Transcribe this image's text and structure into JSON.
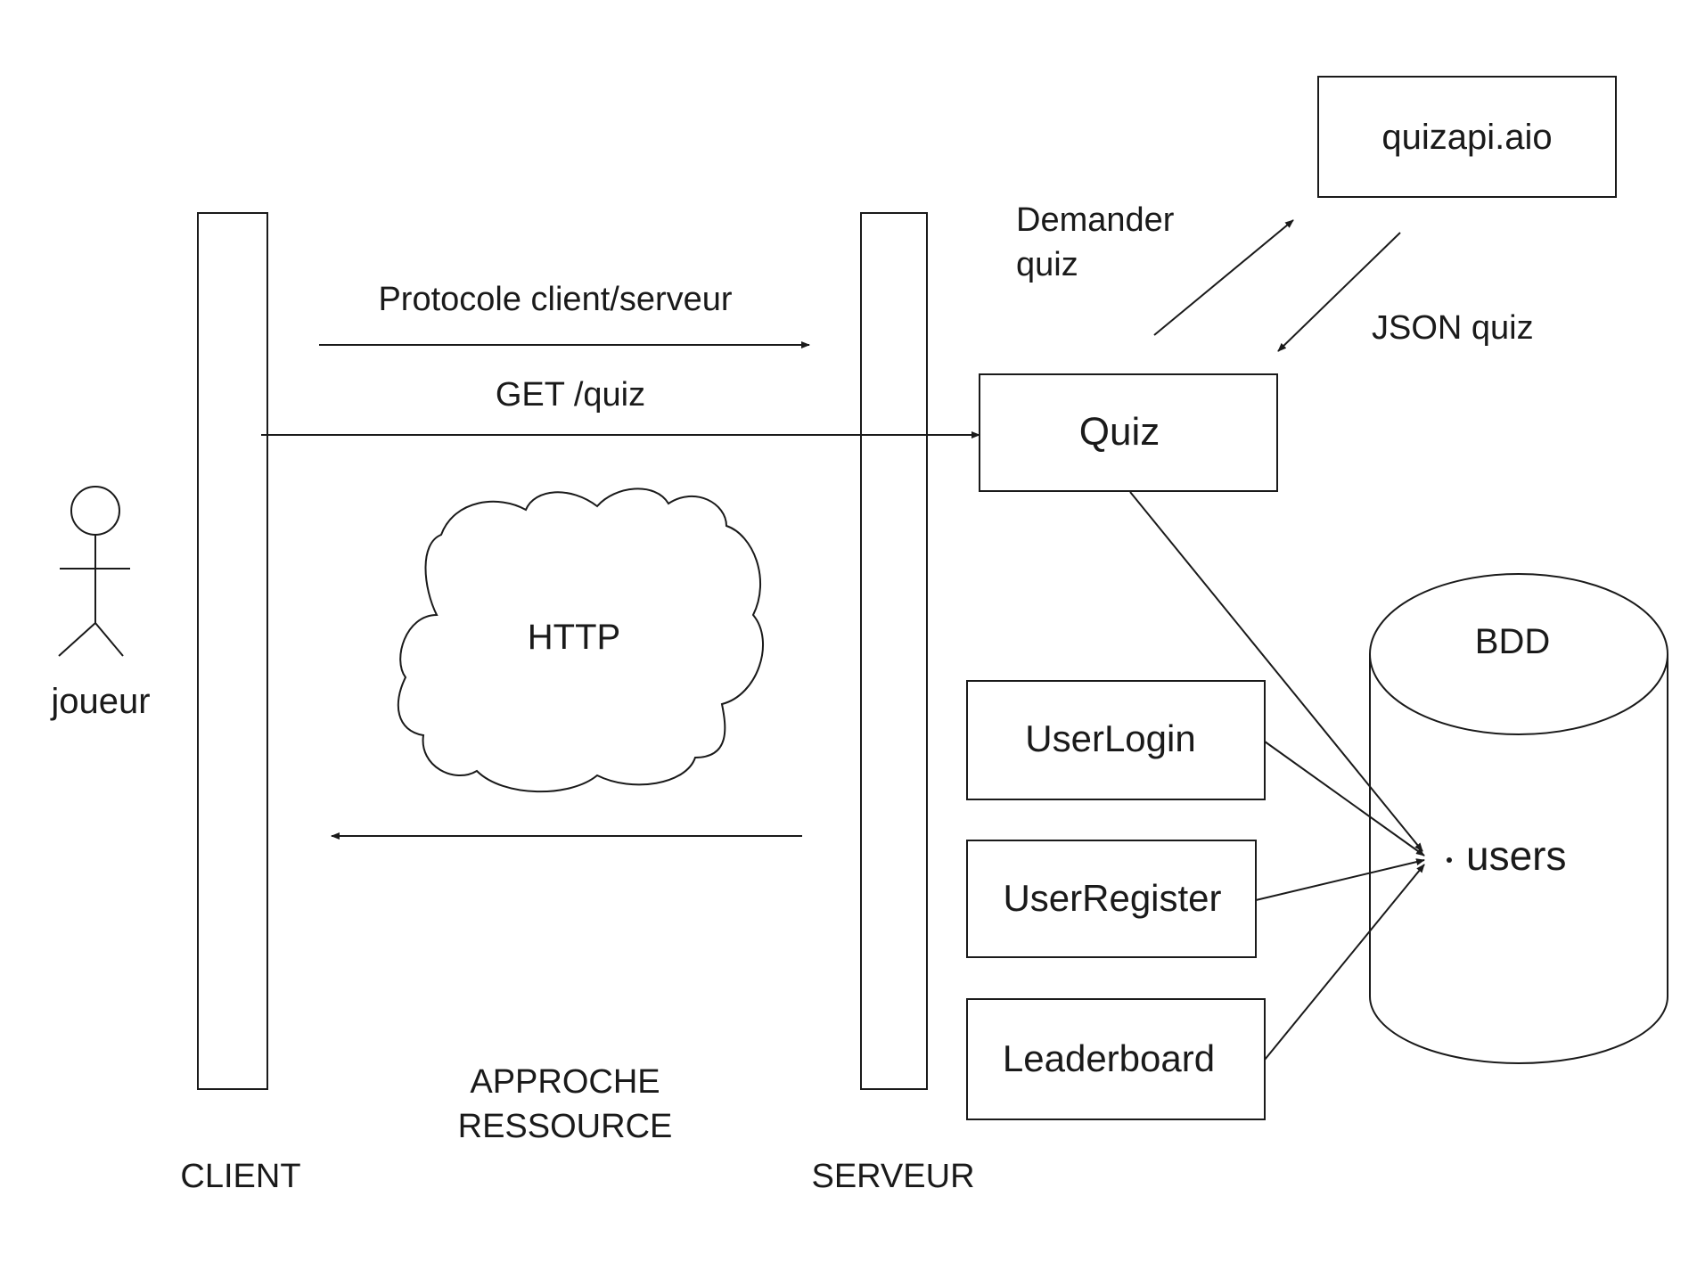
{
  "labels": {
    "actor": "joueur",
    "client": "CLIENT",
    "server": "SERVEUR",
    "approach_line1": "APPROCHE",
    "approach_line2": "RESSOURCE",
    "protocol": "Protocole client/serveur",
    "get_quiz": "GET /quiz",
    "http": "HTTP",
    "ask_quiz_line1": "Demander",
    "ask_quiz_line2": "quiz",
    "json_quiz": "JSON quiz",
    "external_api": "quizapi.aio",
    "quiz": "Quiz",
    "user_login": "UserLogin",
    "user_register": "UserRegister",
    "leaderboard": "Leaderboard",
    "database": "BDD",
    "users_table": "users"
  },
  "colors": {
    "external_api_fill": "#d9d9d9",
    "stroke": "#1a1a1a"
  }
}
